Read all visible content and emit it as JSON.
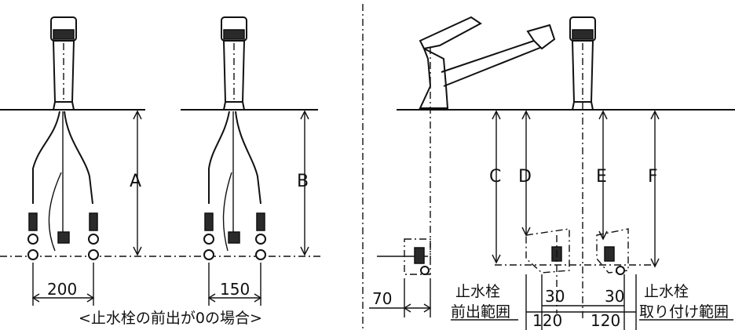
{
  "left_panel": {
    "dimensions": {
      "a": "A",
      "b": "B",
      "w200": "200",
      "w150": "150"
    },
    "caption": "<止水栓の前出が0の場合>"
  },
  "right_panel": {
    "dimensions": {
      "c": "C",
      "d": "D",
      "e": "E",
      "f": "F",
      "w70": "70",
      "w30a": "30",
      "w30b": "30",
      "w120a": "120",
      "w120b": "120"
    },
    "note_front": [
      "止水栓",
      "前出範囲"
    ],
    "note_mount": [
      "止水栓",
      "取り付け範囲"
    ]
  }
}
